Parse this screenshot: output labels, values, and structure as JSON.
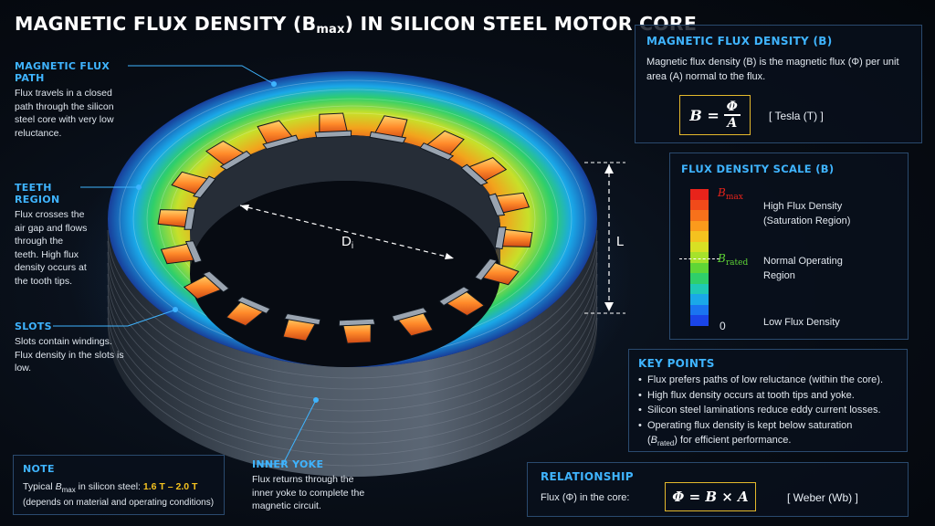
{
  "title": {
    "text": "MAGNETIC FLUX DENSITY (B",
    "sub": "max",
    "tail": ") IN SILICON STEEL MOTOR CORE"
  },
  "callouts": {
    "flux_path": {
      "heading": "MAGNETIC FLUX PATH",
      "text": "Flux travels in a closed path through the silicon steel core with very low reluctance."
    },
    "teeth": {
      "heading": "TEETH REGION",
      "text": "Flux crosses the air gap and flows through the teeth. High flux density occurs at the tooth tips."
    },
    "slots": {
      "heading": "SLOTS",
      "text": "Slots contain windings. Flux density in the slots is low."
    },
    "inner_yoke": {
      "heading": "INNER YOKE",
      "text": "Flux returns through the inner yoke to complete the magnetic circuit."
    }
  },
  "note": {
    "heading": "NOTE",
    "line1_prefix": "Typical ",
    "line1_b": "B",
    "line1_sub": "max",
    "line1_mid": " in silicon steel: ",
    "line1_value": "1.6 T – 2.0 T",
    "line2": "(depends on material and operating conditions)"
  },
  "definition_panel": {
    "heading": "MAGNETIC FLUX DENSITY (B)",
    "text": "Magnetic flux density (B) is the magnetic flux (Φ) per unit area (A) normal to the flux.",
    "formula_lhs": "B =",
    "formula_num": "Φ",
    "formula_den": "A",
    "unit": "[ Tesla (T) ]"
  },
  "scale_panel": {
    "heading": "FLUX DENSITY SCALE (B)",
    "bmax_b": "B",
    "bmax_sub": "max",
    "brated_b": "B",
    "brated_sub": "rated",
    "zero": "0",
    "high": "High Flux Density (Saturation Region)",
    "normal": "Normal Operating Region",
    "low": "Low Flux Density",
    "colors": [
      "#e8231b",
      "#f04a1a",
      "#f7711b",
      "#fb9a1c",
      "#f4c21f",
      "#d8e024",
      "#a6e22b",
      "#5fd636",
      "#2fcf6a",
      "#1fc9b4",
      "#1aa8e8",
      "#1a74f0",
      "#1a45e8"
    ]
  },
  "key_points": {
    "heading": "KEY POINTS",
    "items": [
      "Flux prefers paths of low reluctance (within the core).",
      "High flux density occurs at tooth tips and yoke.",
      "Silicon steel laminations reduce eddy current losses."
    ],
    "last_prefix": "Operating flux density is kept below saturation",
    "last_b": "B",
    "last_sub": "rated",
    "last_suffix": ") for efficient performance."
  },
  "relationship": {
    "heading": "RELATIONSHIP",
    "text": "Flux (Φ) in the core:",
    "formula": "Φ = B × A",
    "unit": "[ Weber (Wb) ]"
  },
  "diagram": {
    "di_label": "D",
    "di_sub": "i",
    "l_label": "L"
  }
}
